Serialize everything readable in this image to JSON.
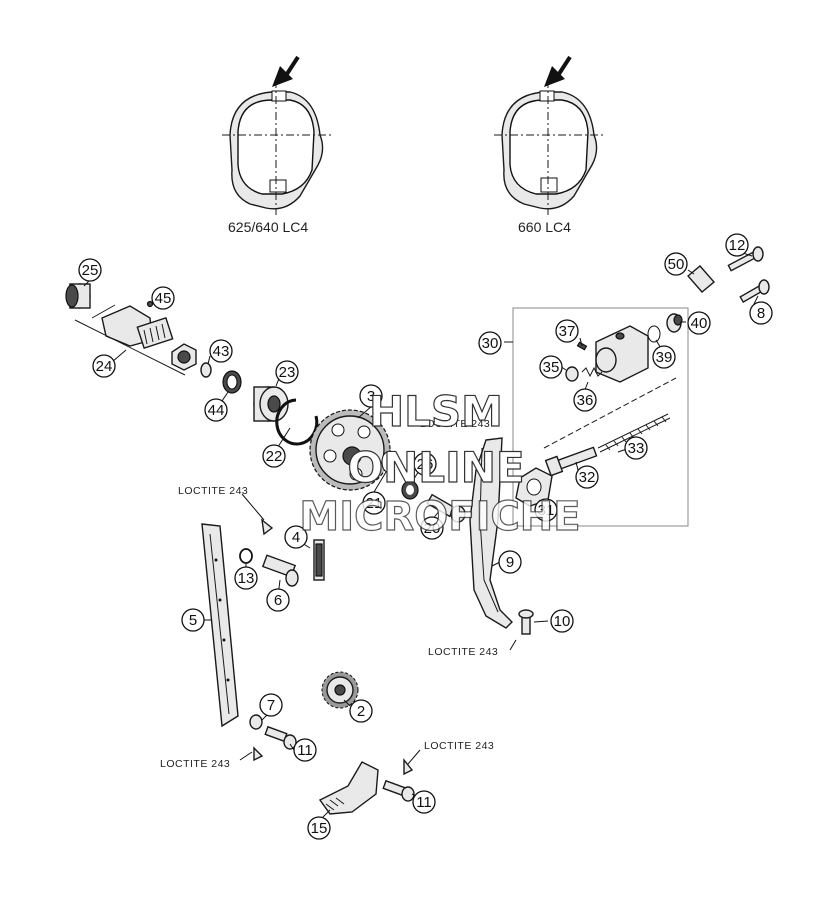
{
  "variants": [
    {
      "label": "625/640 LC4"
    },
    {
      "label": "660 LC4"
    }
  ],
  "loctite_label": "LOCTITE 243",
  "callouts": [
    "25",
    "45",
    "24",
    "43",
    "44",
    "23",
    "22",
    "3",
    "21",
    "26",
    "20",
    "4",
    "13",
    "6",
    "5",
    "7",
    "11",
    "2",
    "9",
    "10",
    "15",
    "30",
    "37",
    "35",
    "36",
    "39",
    "40",
    "50",
    "12",
    "8",
    "33",
    "32",
    "31"
  ],
  "watermark": {
    "line1": "HLSM",
    "line2": "ONLINE",
    "line3": "MICROFICHE"
  },
  "colors": {
    "line": "#1a1a1a",
    "fill": "#e9e9e9",
    "dark": "#4a4a4a"
  }
}
